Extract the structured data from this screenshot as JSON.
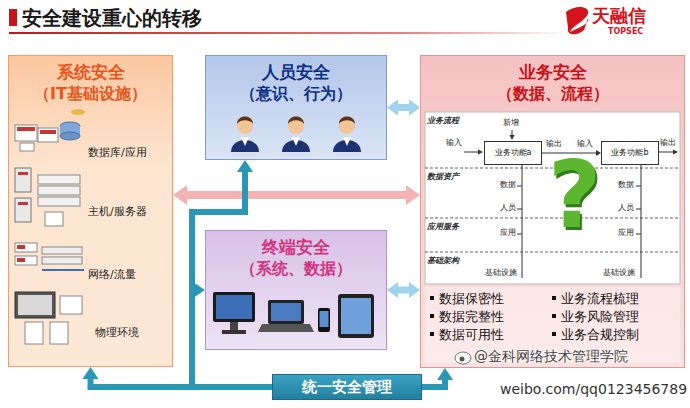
{
  "diagram": {
    "title": "安全建设重心的转移",
    "nodes": [
      {
        "text": [
          "系统安全",
          "（IT基础设施）"
        ]
      },
      {
        "text": [
          "人员安全",
          "（意识、行为）"
        ]
      },
      {
        "text": [
          "业务安全",
          "（数据、流程）",
          "数据保密性",
          "业务流程梳理",
          "数据完整性",
          "业务风险管理",
          "数据可用性",
          "业务合规控制"
        ]
      },
      {
        "text": [
          "业务功能a"
        ],
        "in": 2
      },
      {
        "text": [
          "业务功能b"
        ],
        "in": 2
      },
      {
        "text": [
          "终端安全",
          "（系统、数据）"
        ]
      },
      {
        "text": [
          "统一安全管理"
        ]
      }
    ],
    "edges": [
      {
        "from": 1,
        "to": 2,
        "arrow": "both"
      },
      {
        "from": 0,
        "to": 2,
        "arrow": "both"
      },
      {
        "from": 5,
        "to": 2,
        "arrow": "both"
      },
      {
        "from": 3,
        "to": 4,
        "arrow": "to"
      },
      {
        "from": 6,
        "to": 0,
        "arrow": "to"
      },
      {
        "from": 6,
        "to": 1,
        "arrow": "to"
      },
      {
        "from": 6,
        "to": 5,
        "arrow": "to"
      },
      {
        "from": 6,
        "to": 2,
        "arrow": "to"
      }
    ],
    "labels": [
      "天融信",
      "TOPSEC",
      "数据库/应用",
      "主机/服务器",
      "网络/流量",
      "物理环境",
      "业务流程",
      "数据资产",
      "应用服务",
      "基础架构",
      "新增",
      "输入",
      "输出",
      "输入",
      "输出",
      "数据",
      "数据",
      "人员",
      "应用",
      "人员",
      "应用",
      "基础设施",
      "基础设施",
      "?",
      "@金科网络技术管理学院",
      "weibo.com/qq0123456789"
    ]
  }
}
